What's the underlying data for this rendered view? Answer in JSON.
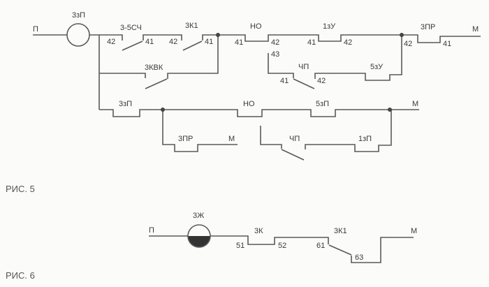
{
  "figure5": {
    "caption": "РИС. 5",
    "supply": "П",
    "coil": "3зП",
    "contacts": {
      "c35sch": {
        "label": "3-5СЧ",
        "pin_a": "42",
        "pin_b": "41"
      },
      "c3k1": {
        "label": "3К1",
        "pin_a": "42",
        "pin_b": "41"
      },
      "c3kvk": {
        "label": "3КВК"
      },
      "cNO_top": {
        "label": "НО",
        "pin_a": "41",
        "pin_b": "42",
        "pin_c": "43"
      },
      "c1zu": {
        "label": "1зУ",
        "pin_a": "41",
        "pin_b": "42"
      },
      "c3pr_top": {
        "label": "3ПР",
        "pin_a": "42",
        "pin_b": "41"
      },
      "cChP_top": {
        "label": "ЧП",
        "pin_a": "41",
        "pin_b": "42"
      },
      "c5zu": {
        "label": "5зУ"
      },
      "c3zp": {
        "label": "3зП"
      },
      "c3pr_low": {
        "label": "3ПР"
      },
      "cNO_low": {
        "label": "НО"
      },
      "c5zp": {
        "label": "5зП"
      },
      "cChP_low": {
        "label": "ЧП"
      },
      "c1zp": {
        "label": "1зП"
      }
    },
    "ends": {
      "m1": "М",
      "m2": "М",
      "m3": "М"
    }
  },
  "figure6": {
    "caption": "РИС. 6",
    "supply": "П",
    "coil": "3Ж",
    "c3k": {
      "label": "3К",
      "pin_a": "51",
      "pin_b": "52"
    },
    "c3k1": {
      "label": "3К1",
      "pin_a": "61",
      "pin_b": "63"
    },
    "end": "М"
  }
}
